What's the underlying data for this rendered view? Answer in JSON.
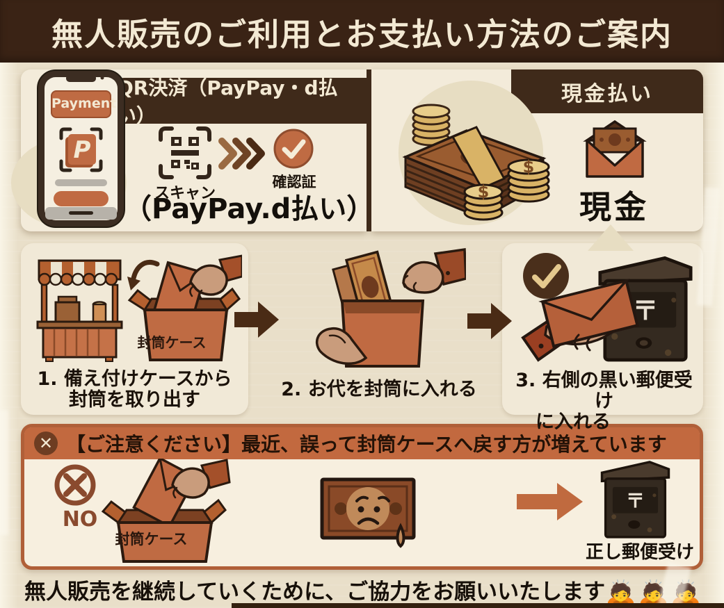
{
  "page": {
    "title": "無人販売のご利用とお支払い方法のご案内",
    "footer_text": "無人販売を継続していくために、ご協力をお願いいたします",
    "footer_emojis": "🙇🙇🙇"
  },
  "qr_panel": {
    "header": "QR決済（PayPay・d払い）",
    "phone_button": "Payment",
    "scan_label": "スキャン",
    "confirm_label": "確認証",
    "big_label": "（PayPay.d払い）"
  },
  "cash_panel": {
    "header": "現金払い",
    "big_label": "現金"
  },
  "steps": [
    {
      "caption_line1": "1. 備え付けケースから",
      "caption_line2": "封筒を取り出す",
      "box_label": "封筒ケース"
    },
    {
      "caption_line1": "2. お代を封筒に入れる",
      "caption_line2": ""
    },
    {
      "caption_line1": "3. 右側の黒い郵便受け",
      "caption_line2": "に入れる"
    }
  ],
  "warning": {
    "header": "【ご注意ください】最近、誤って封筒ケースへ戻す方が増えています",
    "x_glyph": "✕",
    "no_label": "NO",
    "box_label": "封筒ケース",
    "correct_label": "正し郵便受け"
  },
  "glyphs": {
    "postal_mark": "〒",
    "dollar": "$",
    "logo_letter": "P"
  },
  "colors": {
    "page_bg": "#e9dfc9",
    "dark_brown": "#3a2516",
    "terracotta": "#bf6b43",
    "panel_cream": "#f3ebda",
    "warning_border": "#b05f38",
    "warning_header": "#c2693f",
    "gold": "#d9b366",
    "mailbox_dark": "#342a20"
  }
}
